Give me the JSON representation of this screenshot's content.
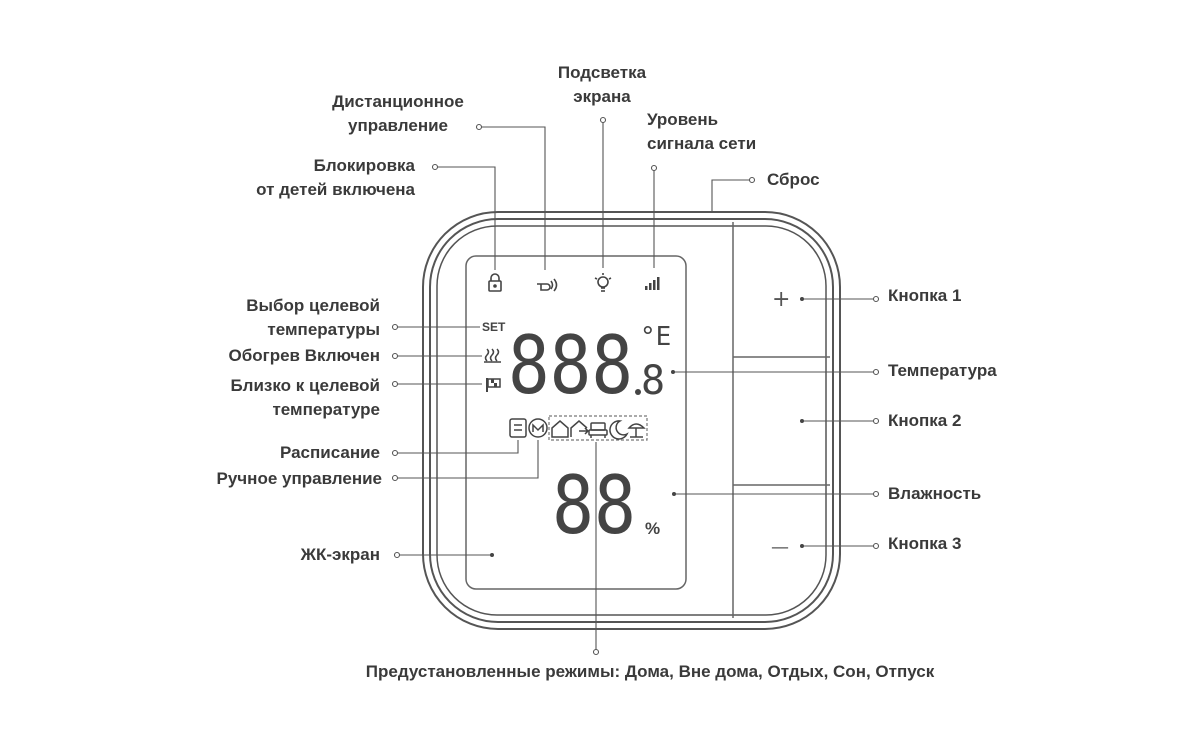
{
  "labels": {
    "remote_control": [
      "Дистанционное",
      "управление"
    ],
    "backlight": [
      "Подсветка",
      "экрана"
    ],
    "signal": [
      "Уровень",
      "сигнала сети"
    ],
    "reset": "Сброс",
    "child_lock": [
      "Блокировка",
      "от детей включена"
    ],
    "target_select": [
      "Выбор целевой",
      "температуры"
    ],
    "heating": "Обогрев Включен",
    "near_target": [
      "Близко к целевой",
      "температуре"
    ],
    "schedule": "Расписание",
    "manual": "Ручное управление",
    "lcd": "ЖК-экран",
    "button1": "Кнопка 1",
    "temperature": "Температура",
    "button2": "Кнопка 2",
    "humidity": "Влажность",
    "button3": "Кнопка 3",
    "presets": "Предустановленные режимы: Дома, Вне дома, Отдых, Сон, Отпуск"
  },
  "display": {
    "temp_digits": "888",
    "temp_decimal": "8",
    "temp_unit": "°E",
    "set_text": "SET",
    "humidity_digits": "88",
    "humidity_unit": "%"
  },
  "buttons": {
    "plus": "+",
    "minus": "—"
  },
  "colors": {
    "line": "#4a4a4a",
    "device_outline": "#555555",
    "text": "#3a3a3a"
  }
}
